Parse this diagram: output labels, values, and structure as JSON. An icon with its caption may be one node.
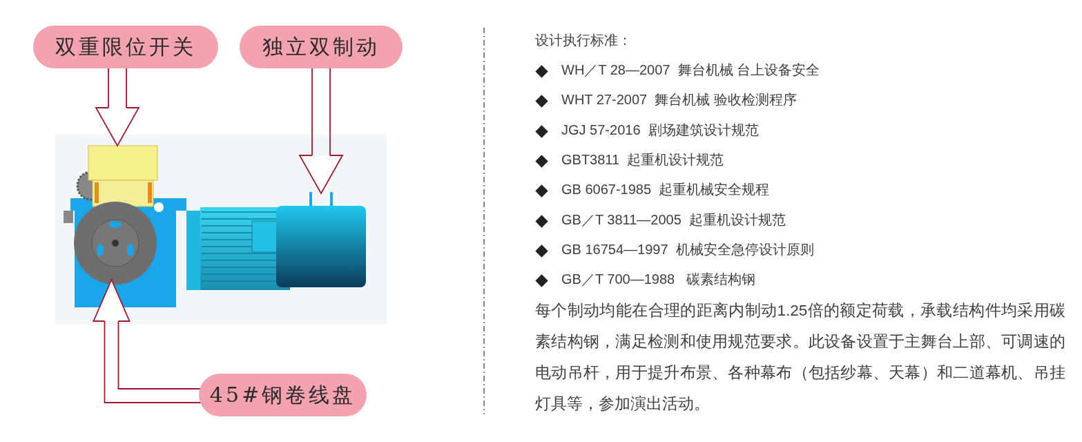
{
  "diagram": {
    "nodes": [
      {
        "text": [
          "双重限位开关"
        ]
      },
      {
        "text": [
          "独立双制动"
        ]
      },
      {
        "text": [
          "45#钢卷线盘"
        ]
      },
      {
        "text": [],
        "shape": "picture"
      },
      {
        "text": [],
        "shape": "box",
        "in": 3
      },
      {
        "text": [],
        "shape": "cylinder",
        "in": 3
      },
      {
        "text": [],
        "shape": "circle",
        "in": 3
      }
    ],
    "edges": [
      {
        "from": 0,
        "to": 4,
        "arrow": "to"
      },
      {
        "from": 1,
        "to": 5,
        "arrow": "to"
      },
      {
        "from": 2,
        "to": 6,
        "arrow": "to"
      }
    ],
    "labels": [
      "设计执行标准：",
      "WH／T 28—2007  舞台机械 台上设备安全",
      "WHT 27-2007  舞台机械 验收检测程序",
      "JGJ 57-2016  剧场建筑设计规范",
      "GBT3811  起重机设计规范",
      "GB 6067-1985  起重机械安全规程",
      "GB／T 3811—2005  起重机设计规范",
      "GB 16754—1997  机械安全急停设计原则",
      "GB／T 700—1988   碳素结构钢",
      "每个制动均能在合理的距离内制动1.25倍的额定荷载，承载结构件均采用碳素结构钢，满足检测和使用规范要求。此设备设置于主舞台上部、可调速的电动吊杆，用于提升布景、各种幕布（包括纱幕、天幕）和二道幕机、吊挂灯具等，参加演出活动。"
    ]
  }
}
